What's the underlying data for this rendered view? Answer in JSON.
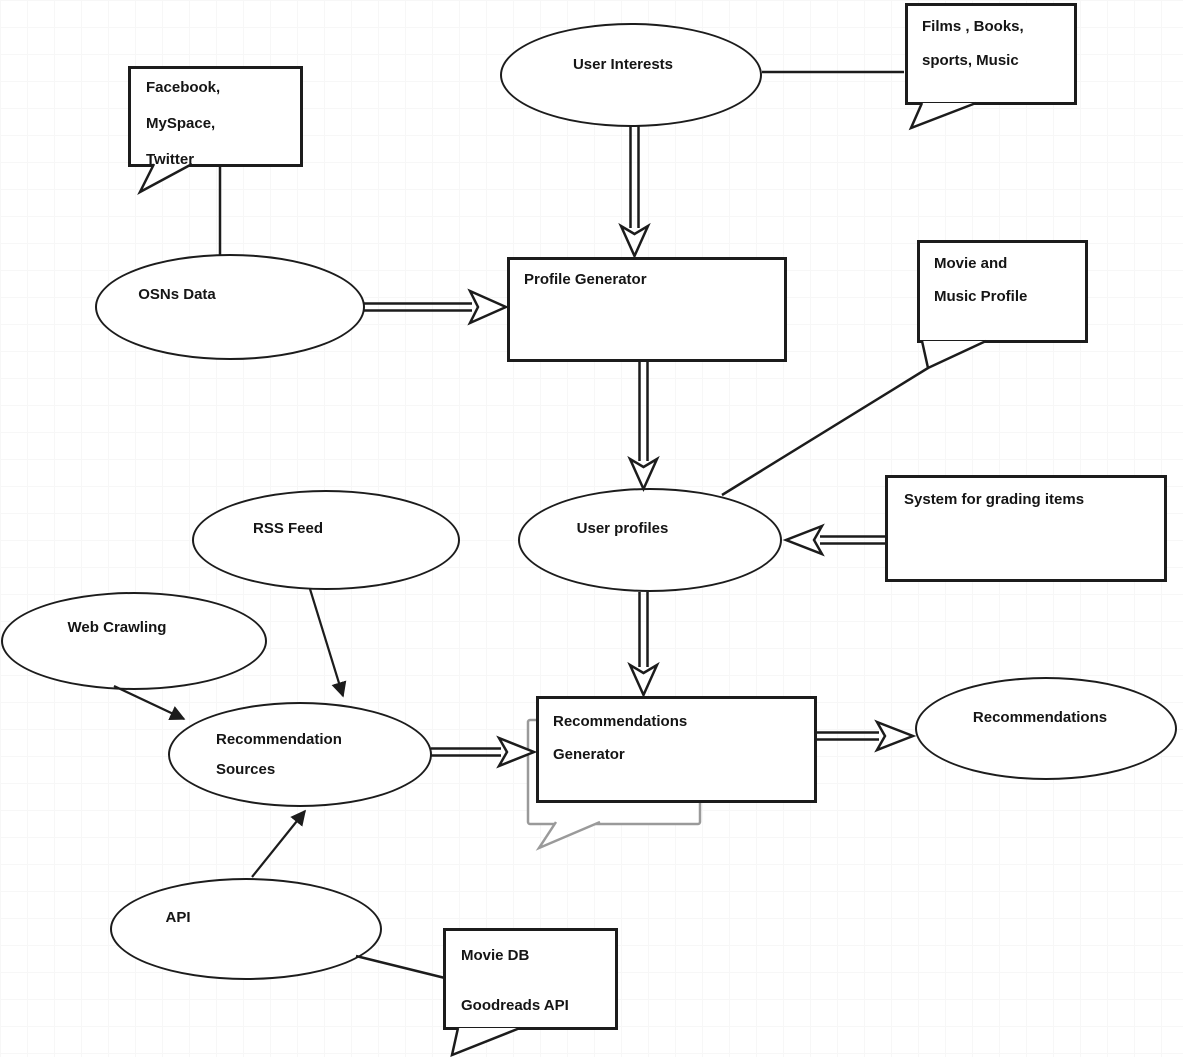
{
  "diagram": {
    "description": "Recommendation system architecture flowchart",
    "colors": {
      "shape_stroke": "#1c1c1c",
      "text": "#151515",
      "gray_callout_stroke": "#9a9a9a",
      "background": "#ffffff",
      "grid_line": "#f7f7f7"
    },
    "nodes": {
      "user_interests": {
        "shape": "ellipse",
        "label": "User  Interests"
      },
      "films_callout": {
        "shape": "callout",
        "lines": [
          "Films , Books,",
          "sports, Music"
        ]
      },
      "facebook_callout": {
        "shape": "callout",
        "lines": [
          "Facebook,",
          "MySpace,",
          "Twitter"
        ]
      },
      "osns_data": {
        "shape": "ellipse",
        "label": "OSNs Data"
      },
      "profile_generator": {
        "shape": "rect",
        "label": "Profile Generator"
      },
      "movie_profile_callout": {
        "shape": "callout",
        "lines": [
          "Movie and",
          "Music Profile"
        ]
      },
      "user_profiles": {
        "shape": "ellipse",
        "label": "User profiles"
      },
      "system_grading": {
        "shape": "rect",
        "label": "System for grading items"
      },
      "rss_feed": {
        "shape": "ellipse",
        "label": "RSS Feed"
      },
      "web_crawling": {
        "shape": "ellipse",
        "label": "Web Crawling"
      },
      "recommendation_sources": {
        "shape": "ellipse",
        "lines": [
          "Recommendation",
          "Sources"
        ]
      },
      "recommendations_generator": {
        "shape": "rect",
        "lines": [
          "Recommendations",
          "Generator"
        ]
      },
      "recommendations": {
        "shape": "ellipse",
        "label": "Recommendations"
      },
      "api": {
        "shape": "ellipse",
        "label": "API"
      },
      "moviedb_callout": {
        "shape": "callout",
        "lines": [
          "Movie DB",
          "Goodreads API"
        ]
      },
      "hidden_gray_callout": {
        "shape": "callout-gray",
        "label": ""
      }
    },
    "edges": [
      {
        "from": "osns_data",
        "to": "profile_generator",
        "style": "hollow-arrow"
      },
      {
        "from": "user_interests",
        "to": "profile_generator",
        "style": "hollow-arrow"
      },
      {
        "from": "profile_generator",
        "to": "user_profiles",
        "style": "hollow-arrow"
      },
      {
        "from": "system_grading",
        "to": "user_profiles",
        "style": "hollow-arrow"
      },
      {
        "from": "user_profiles",
        "to": "recommendations_generator",
        "style": "hollow-arrow"
      },
      {
        "from": "recommendation_sources",
        "to": "recommendations_generator",
        "style": "hollow-arrow"
      },
      {
        "from": "recommendations_generator",
        "to": "recommendations",
        "style": "hollow-arrow"
      },
      {
        "from": "rss_feed",
        "to": "recommendation_sources",
        "style": "solid-arrow"
      },
      {
        "from": "web_crawling",
        "to": "recommendation_sources",
        "style": "solid-arrow"
      },
      {
        "from": "api",
        "to": "recommendation_sources",
        "style": "solid-arrow"
      },
      {
        "from": "facebook_callout",
        "to": "osns_data",
        "style": "plain-line"
      },
      {
        "from": "user_interests",
        "to": "films_callout",
        "style": "plain-line"
      },
      {
        "from": "movie_profile_callout",
        "to": "user_profiles",
        "style": "plain-line"
      },
      {
        "from": "api",
        "to": "moviedb_callout",
        "style": "plain-line"
      }
    ]
  }
}
